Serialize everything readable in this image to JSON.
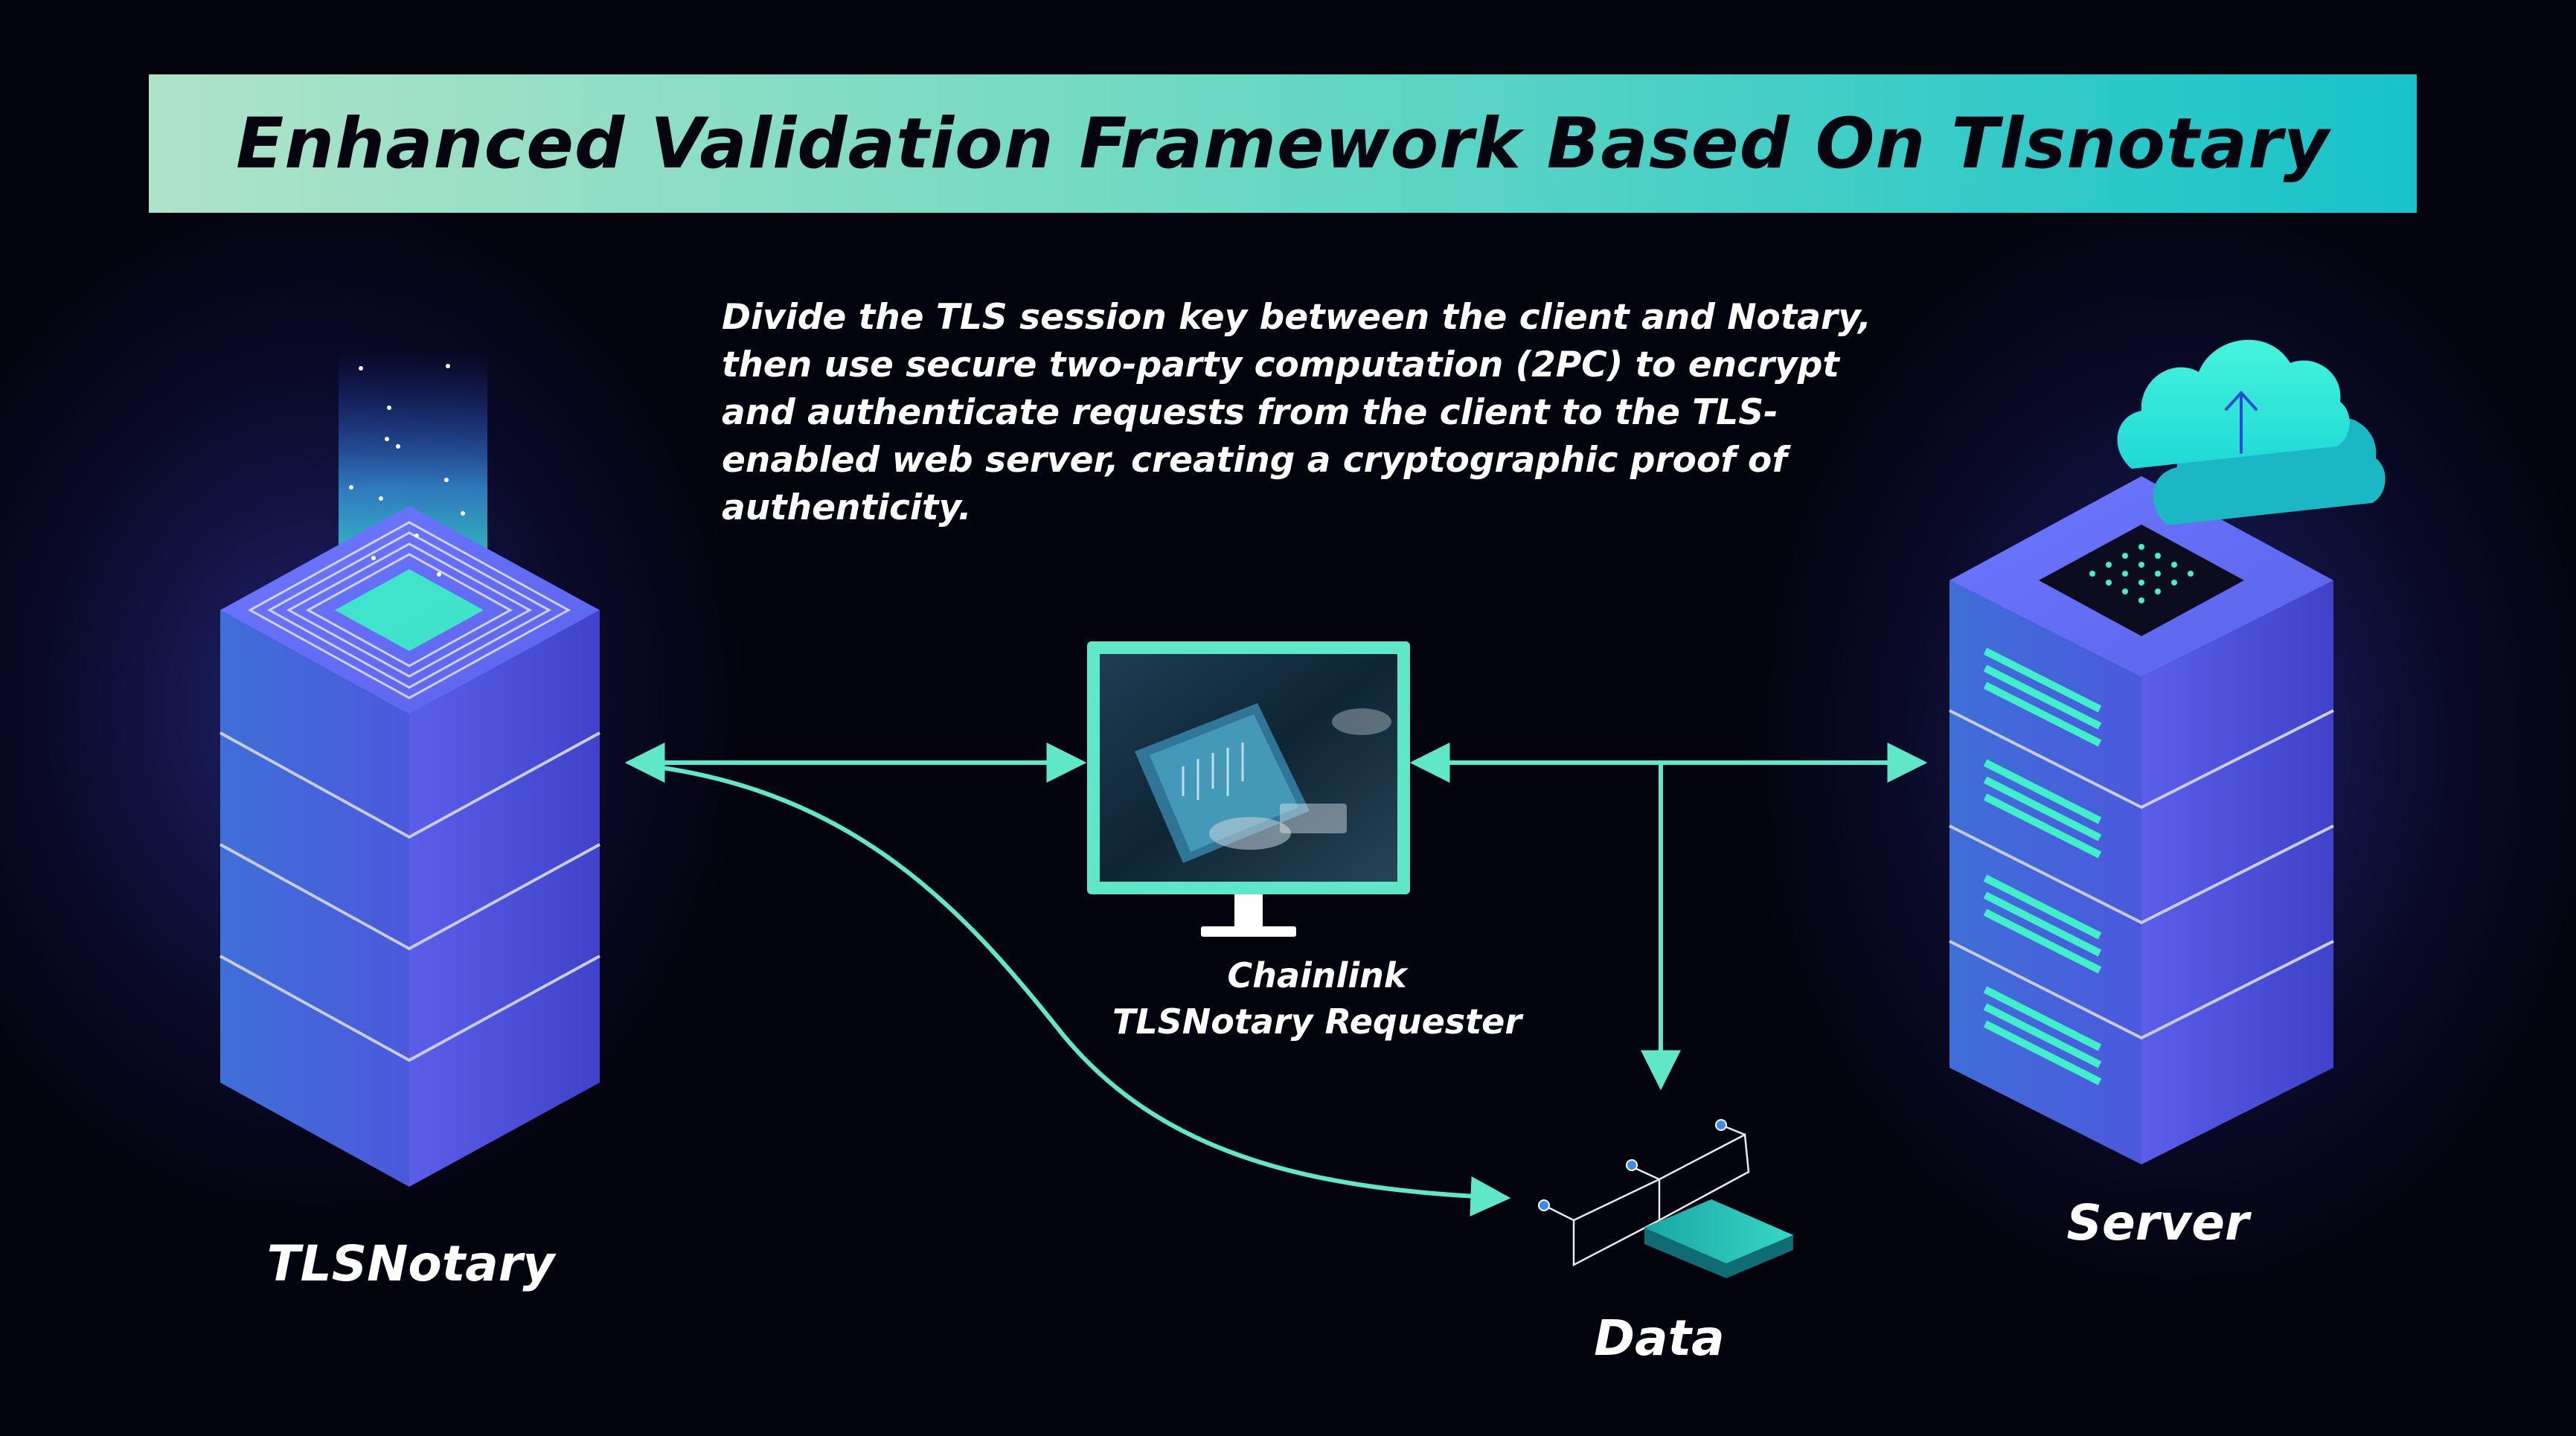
{
  "title": "Enhanced Validation Framework Based On Tlsnotary",
  "description": "Divide the TLS session key between the client and Notary, then use secure two-party computation (2PC) to encrypt and authenticate requests from the client to the TLS-enabled web server, creating a cryptographic proof of authenticity.",
  "nodes": {
    "tlsnotary": {
      "label": "TLSNotary",
      "icon": "server-tower-icon"
    },
    "requester": {
      "line1": "Chainlink",
      "line2": "TLSNotary Requester",
      "icon": "monitor-icon"
    },
    "server": {
      "label": "Server",
      "icon": "server-rack-icon"
    },
    "data": {
      "label": "Data",
      "icon": "data-circuit-icon"
    }
  },
  "colors": {
    "background": "#03030d",
    "accent": "#5ee8c9",
    "title_gradient_start": "#aee3c8",
    "title_gradient_end": "#17c3c9",
    "tower": "#5a63ea",
    "glow": "#2a2fa8"
  }
}
